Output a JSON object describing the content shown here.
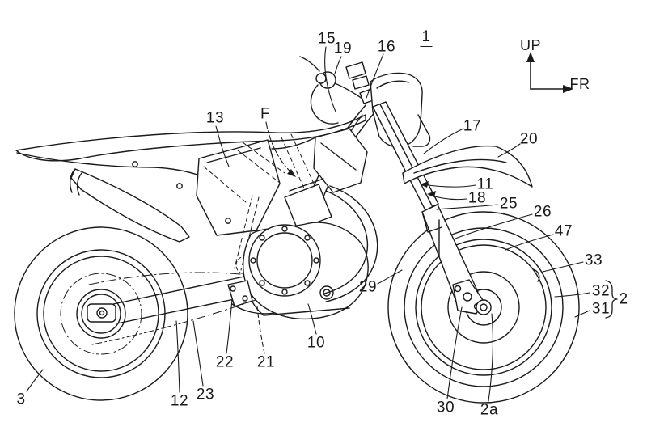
{
  "figure": {
    "figure_number": "1",
    "description": "Patent-style side-view line drawing of an off-road motorcycle with numbered reference leaders",
    "line_color": "#1a1a1a",
    "background_color": "#ffffff"
  },
  "orientation": {
    "up_label": "UP",
    "front_label": "FR"
  },
  "labels": {
    "fig1": {
      "text": "1"
    },
    "n15": {
      "text": "15"
    },
    "n19": {
      "text": "19"
    },
    "n16": {
      "text": "16"
    },
    "n13": {
      "text": "13"
    },
    "nF": {
      "text": "F"
    },
    "n17": {
      "text": "17"
    },
    "n20": {
      "text": "20"
    },
    "n11": {
      "text": "11"
    },
    "n18": {
      "text": "18"
    },
    "n25": {
      "text": "25"
    },
    "n26": {
      "text": "26"
    },
    "n47": {
      "text": "47"
    },
    "n33": {
      "text": "33"
    },
    "n32": {
      "text": "32"
    },
    "n31": {
      "text": "31"
    },
    "n2": {
      "text": "2"
    },
    "n29": {
      "text": "29"
    },
    "n10": {
      "text": "10"
    },
    "n21": {
      "text": "21"
    },
    "n22": {
      "text": "22"
    },
    "n23": {
      "text": "23"
    },
    "n12": {
      "text": "12"
    },
    "n3": {
      "text": "3"
    },
    "n30": {
      "text": "30"
    },
    "n2a": {
      "text": "2a"
    }
  }
}
